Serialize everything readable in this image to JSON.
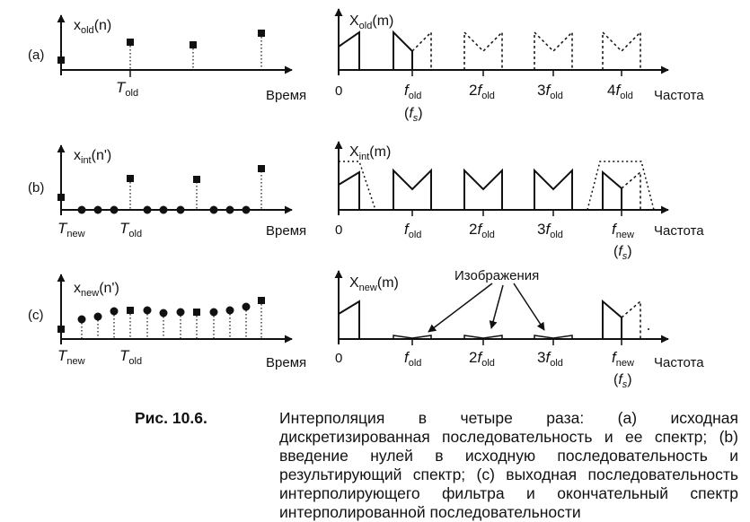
{
  "labels": {
    "panels": [
      "(a)",
      "(b)",
      "(c)"
    ],
    "time_axis": "Время",
    "freq_axis": "Частота",
    "x_old": {
      "main": "x",
      "sub": "old",
      "arg": "(n)"
    },
    "x_int": {
      "main": "x",
      "sub": "int",
      "arg": "(n')"
    },
    "x_new": {
      "main": "x",
      "sub": "new",
      "arg": "(n')"
    },
    "X_old": {
      "main": "X",
      "sub": "old",
      "arg": "(m)"
    },
    "X_int": {
      "main": "X",
      "sub": "int",
      "arg": "(m)"
    },
    "X_new": {
      "main": "X",
      "sub": "new",
      "arg": "(m)"
    },
    "T_old": {
      "main": "T",
      "sub": "old"
    },
    "T_new": {
      "main": "T",
      "sub": "new"
    },
    "zero": "0",
    "f_old": {
      "main": "f",
      "sub": "old"
    },
    "two_f_old": {
      "coef": "2",
      "main": "f",
      "sub": "old"
    },
    "three_f_old": {
      "coef": "3",
      "main": "f",
      "sub": "old"
    },
    "four_f_old": {
      "coef": "4",
      "main": "f",
      "sub": "old"
    },
    "f_new": {
      "main": "f",
      "sub": "new"
    },
    "fs": {
      "open": "(",
      "main": "f",
      "sub": "s",
      "close": ")"
    },
    "images": "Изображения"
  },
  "caption": {
    "head": "Рис. 10.6.",
    "body": "Интерполяция в четыре раза: (a) исходная дискретизированная последовательность и ее спектр; (b) введение нулей в исходную последовательность и результирующий спектр; (c) выходная последовательность интерполирующего фильтра и окончательный спектр интерполированной последовательности"
  }
}
